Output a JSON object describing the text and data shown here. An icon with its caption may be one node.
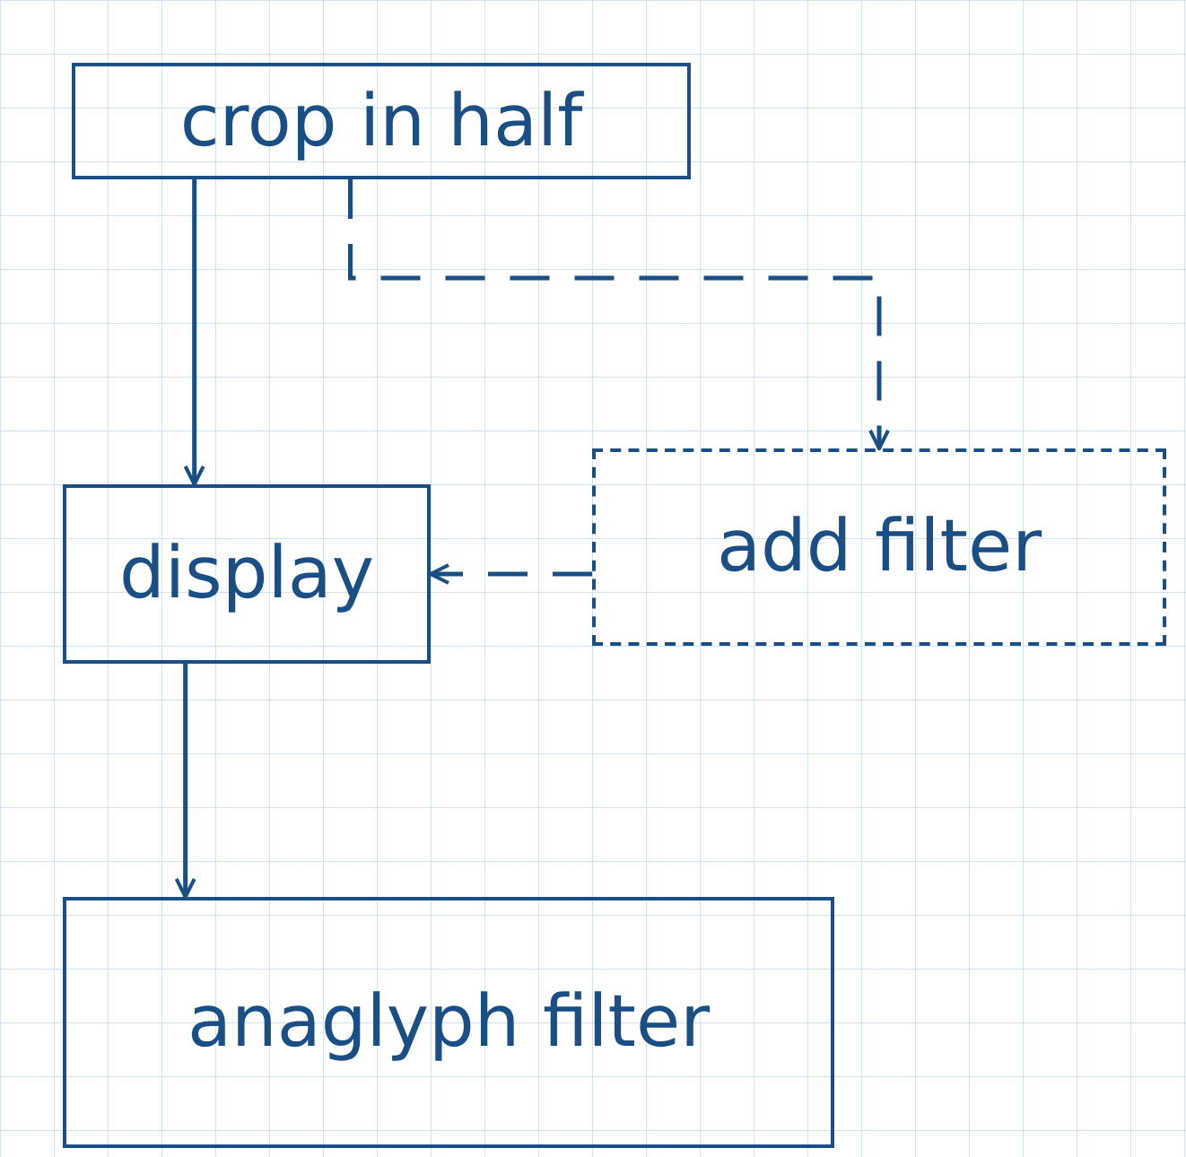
{
  "diagram": {
    "nodes": [
      {
        "text": [
          "crop in half"
        ]
      },
      {
        "text": [
          "display"
        ]
      },
      {
        "text": [
          "add filter"
        ]
      },
      {
        "text": [
          "anaglyph filter"
        ]
      }
    ],
    "edges": [
      {
        "from": 0,
        "to": 1,
        "arrow": "to"
      },
      {
        "from": 0,
        "to": 2,
        "arrow": "to",
        "style": "dashed"
      },
      {
        "from": 2,
        "to": 1,
        "arrow": "to",
        "style": "dashed"
      },
      {
        "from": 1,
        "to": 3,
        "arrow": "to"
      }
    ]
  }
}
